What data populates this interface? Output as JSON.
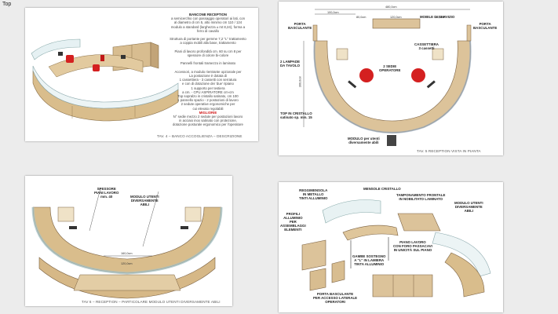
{
  "page": {
    "corner_label": "Top"
  },
  "sheet1": {
    "caption": "TAV. 4 – BANCO ACCOGLIENZA – DESCRIZIONE",
    "desc_title": "BANCONE RECEPTION",
    "desc_lines": [
      "a semicerchio con passaggio operatori ai lati, con",
      "al diametro di cm 5, alto minimo cm 110 / 124",
      "modulo a standard (larghezza ± mt 8,24), forma a",
      "ferro di cavallo",
      "",
      "Struttura di portante per gemme 7,2 \"L\" trattamento",
      "a coppia mobili alla base, trattamento",
      "",
      "Piani di lavoro profondità cm. 60 su cm 8 per",
      "spessore di colore bi-colore",
      "",
      "Pannelli frontali tramezzo in laminato",
      "",
      "Accessori, a modulo rientrante opzionale per",
      "La postazione è dotata di",
      "1 cassettiera - 3 cassetti con serratura",
      "e con di dotazione dei 'due' ripiano",
      "1 supporto per testiera",
      "a cm. - CPU ASPIRATORE cm-cm",
      "Top sopralzo in cristallo satinato, cm 100",
      "1 pannello spazio - 2 postazioni di lavoro",
      "2 sedute operative ergonomiche per",
      "cui elevato regolabili"
    ],
    "desc_red": "MIGLIORIE",
    "desc_extra": [
      "N° sedie mezzo 2 sedute per postazioni lavoro",
      "in acciaio inox satinato con protezione,",
      "dotazione posturale ergonomico per l'operatore"
    ]
  },
  "sheet2": {
    "caption": "TAV. 5  RECEPTION VISTA IN PIANTA",
    "labels": {
      "mobile": "MOBILE DI SERVIZIO",
      "porta_left": "PORTA\nBASCULANTE",
      "porta_right": "PORTA\nBASCULANTE",
      "cassettiera": "CASSETTIERA\n3 cassetti",
      "lampade": "2 LAMPADE\nDA TAVOLO",
      "sedie": "2 SEDIE\nOPERATORE",
      "top": "TOP IN CRISTALLO\nsatinato sp. mm. 15",
      "modulo": "MODULO per utenti\ndiversamente abili"
    },
    "dims": {
      "total": "480,0cm",
      "a": "100,0cm",
      "b": "80,0cm",
      "c": "120,0cm",
      "d": "300,0cm",
      "e": "80,0cm"
    }
  },
  "sheet3": {
    "caption": "TAV 6 – RECEPTION – PARTICOLARE MODULO UTENTI DIVERSAMENTE ABILI",
    "labels": {
      "spessore": "SPESSORE\nPIANI LAVORO\nmm. 40",
      "modulo": "MODULO UTENTI\nDIVERSAMENTE\nABILI"
    },
    "dims": {
      "w": "160,0cm",
      "h": "120,0cm"
    }
  },
  "sheet4": {
    "labels": {
      "reggimensola": "REGGIMENSOLA\nIN METALLO\nTINTI ALLUMINIO",
      "mensole": "MENSOLE CRISTALLO",
      "tamponamento": "TAMPONAMENTO FRONTALE\nIN NOBILITATO LAMINATO",
      "modulo": "MODULO UTENTI\nDIVERSAMENTE\nABILI",
      "profili": "PROFILI\nALLUMINIO\nPER\nASSEMBLAGGI\nELEMENTI",
      "piano": "PIANO LAVORO\nCON FORO PASSACAVI\nIN UNICITÀ SUL PIANO",
      "gambe": "GAMBE SOSTEGNO\nA \"L\" IN LAMIERA\nTINTA ALLUMINIO",
      "porta": "PORTA BASCULANTE\nPER ACCESSO LATERALE\nOPERATORI"
    }
  },
  "colors": {
    "wood": "#dcc39a",
    "wood_dark": "#b89a6a",
    "glass": "#e4f0f2",
    "red": "#d42020"
  }
}
